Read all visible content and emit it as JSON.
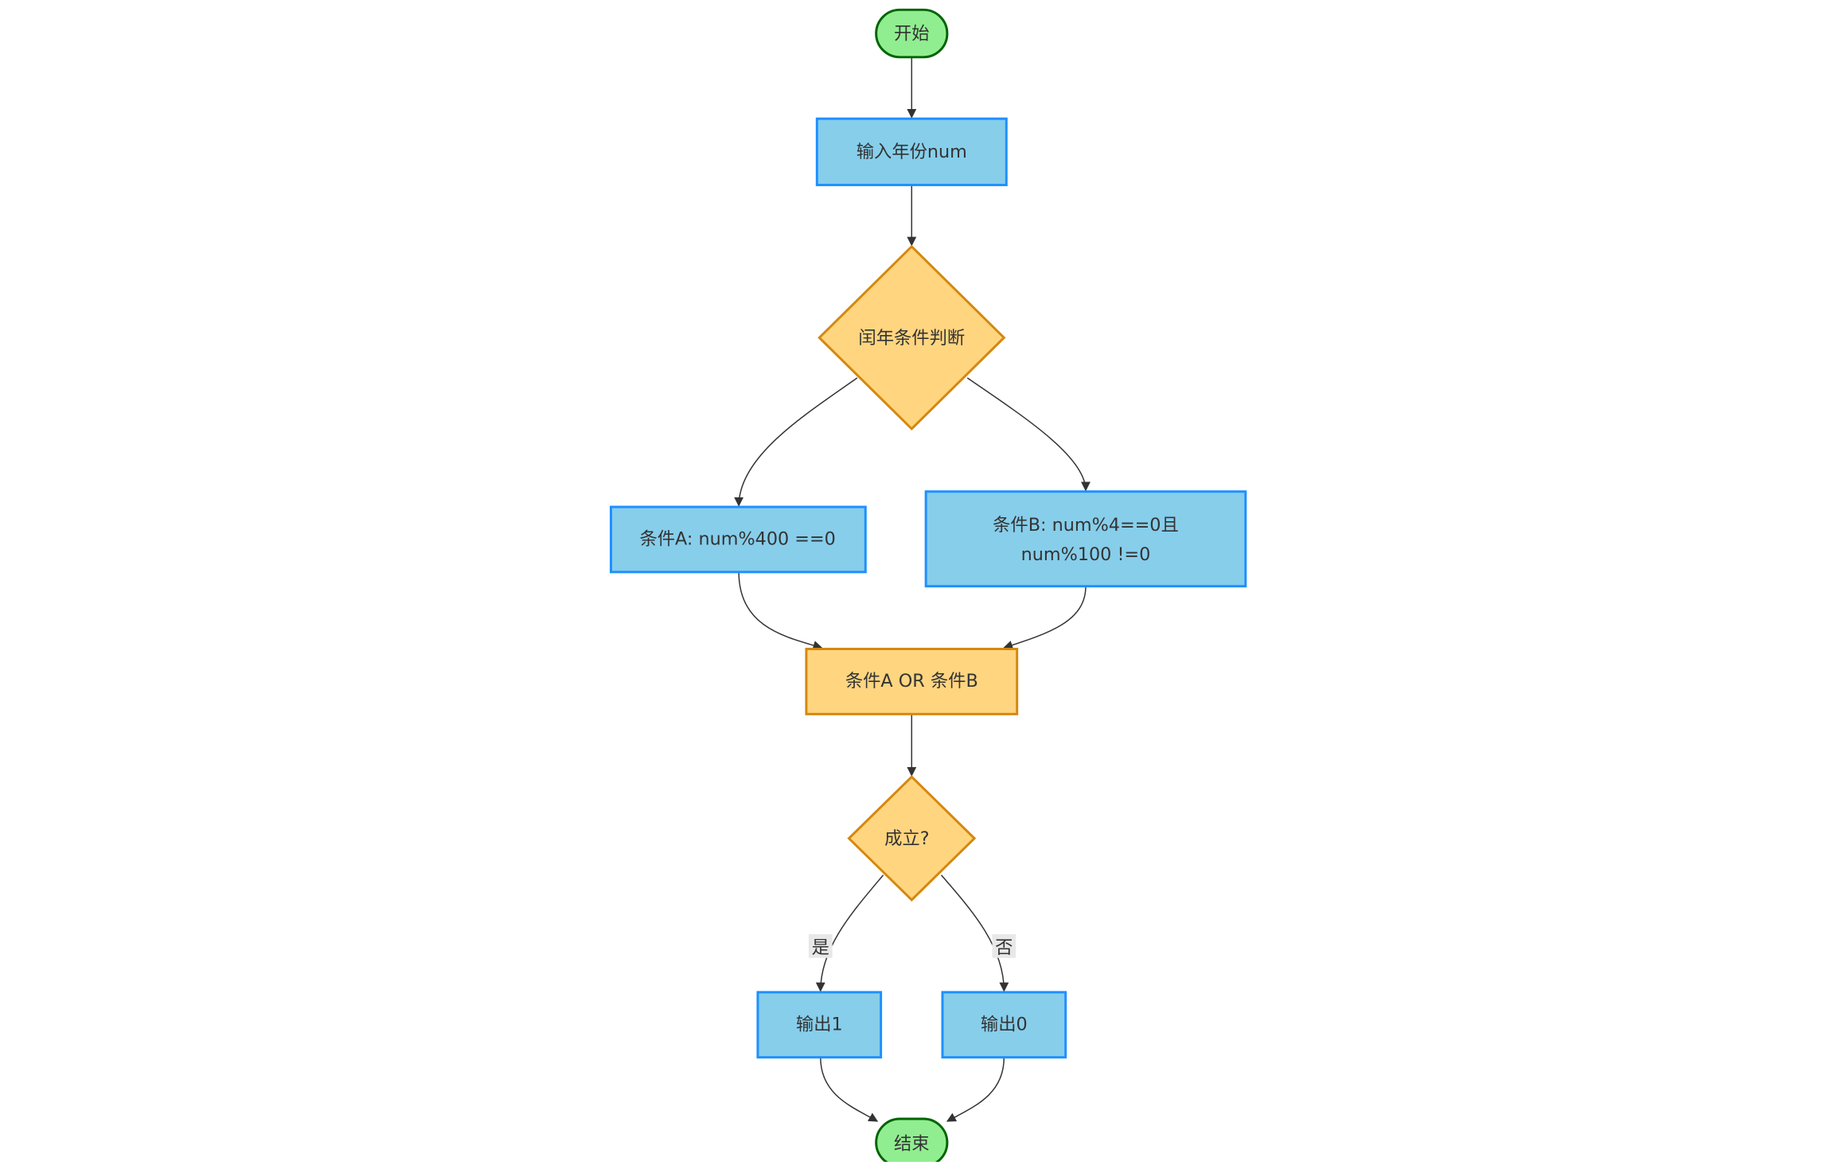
{
  "flowchart": {
    "colors": {
      "terminal_fill": "#90EE90",
      "terminal_stroke": "#006400",
      "process_fill": "#87CEEB",
      "process_stroke": "#1E90FF",
      "decision_fill": "#FFD580",
      "decision_stroke": "#D4880F",
      "edge": "#333333",
      "edge_label_bg": "#E8E8E8",
      "text": "#333333"
    },
    "nodes": {
      "start": "开始",
      "input": "输入年份num",
      "leap_check": "闰年条件判断",
      "cond_a": "条件A: num%400 ==0",
      "cond_b_line1": "条件B: num%4==0且",
      "cond_b_line2": "num%100 !=0",
      "combine": "条件A OR 条件B",
      "holds": "成立?",
      "output_1": "输出1",
      "output_0": "输出0",
      "end": "结束"
    },
    "edge_labels": {
      "yes": "是",
      "no": "否"
    }
  }
}
